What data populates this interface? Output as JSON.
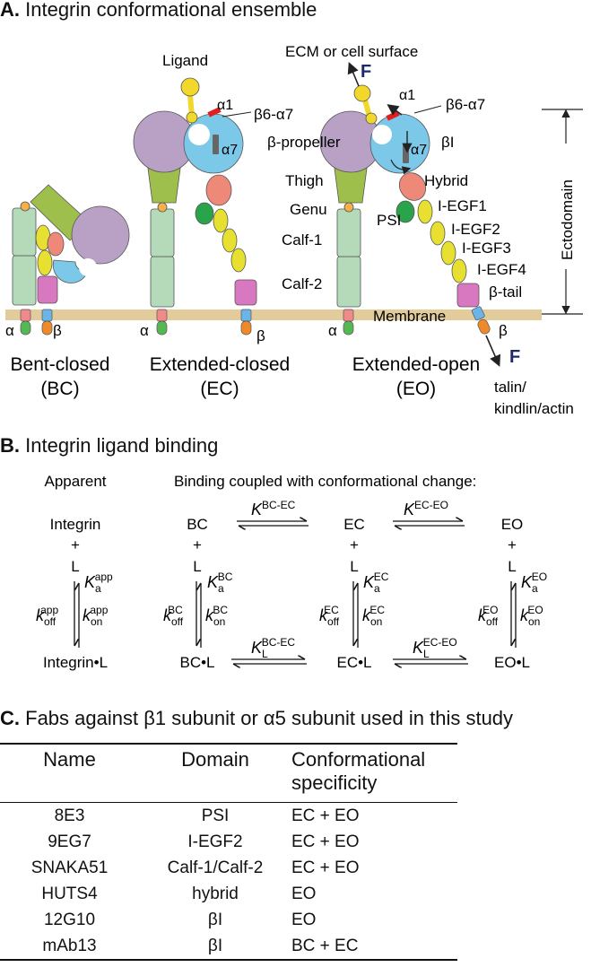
{
  "sections": {
    "a_letter": "A.",
    "a_title": "Integrin conformational ensemble",
    "b_letter": "B.",
    "b_title": "Integrin ligand binding",
    "c_letter": "C.",
    "c_title": "Fabs against β1 subunit or α5 subunit used in this study"
  },
  "panel_a": {
    "labels": {
      "ligand": "Ligand",
      "ecm": "ECM or cell surface",
      "force_top": "F",
      "force_bottom": "F",
      "alpha1_ec": "α1",
      "b6a7_ec": "β6-α7",
      "a7_ec": "α7",
      "alpha1_eo": "α1",
      "b6a7_eo": "β6-α7",
      "a7_eo": "α7",
      "bpropeller": "β-propeller",
      "bI": "βI",
      "thigh": "Thigh",
      "hybrid": "Hybrid",
      "genu": "Genu",
      "iegf1": "I-EGF1",
      "psi": "PSI",
      "iegf2": "I-EGF2",
      "calf1": "Calf-1",
      "iegf3": "I-EGF3",
      "iegf4": "I-EGF4",
      "calf2": "Calf-2",
      "btail": "β-tail",
      "membrane": "Membrane",
      "ectodomain": "Ectodomain",
      "talin": "talin/",
      "kindlin": "kindlin/actin",
      "alpha_bc": "α",
      "beta_bc": "β",
      "alpha_ec": "α",
      "beta_ec": "β",
      "alpha_eo": "α",
      "beta_eo": "β"
    },
    "states": [
      {
        "name": "Bent-closed",
        "abbr": "(BC)"
      },
      {
        "name": "Extended-closed",
        "abbr": "(EC)"
      },
      {
        "name": "Extended-open",
        "abbr": "(EO)"
      }
    ],
    "colors": {
      "alpha_head": "#b9a1c6",
      "thigh": "#9ebf4c",
      "calf": "#b5dab9",
      "beta_I": "#7cc8e8",
      "hybrid": "#ee8878",
      "psi": "#2aa44a",
      "iegf": "#e8e030",
      "btail": "#d878c0",
      "ligand": "#f2d82a",
      "membrane": "#e2cc9c",
      "alpha_tm": "#f08a8a",
      "alpha_cyt": "#55b855",
      "beta_tm": "#6ab4e8",
      "beta_cyt": "#ee8a2a",
      "helix_red": "#e02020",
      "helix_gray": "#666666"
    }
  },
  "panel_b": {
    "apparent": "Apparent",
    "coupled": "Binding coupled with conformational change:",
    "integrin": "Integrin",
    "integrin_l": "Integrin•L",
    "plus": "+",
    "l": "L",
    "states": [
      "BC",
      "EC",
      "EO"
    ],
    "bound": [
      "BC•L",
      "EC•L",
      "EO•L"
    ],
    "k_upper": "K",
    "k_lower": "k",
    "sub_a": "a",
    "sub_l": "L",
    "sub_on": "on",
    "sub_off": "off",
    "sup_app": "app",
    "sup_bc_ec": "BC-EC",
    "sup_ec_eo": "EC-EO"
  },
  "panel_c": {
    "headers": {
      "name": "Name",
      "domain": "Domain",
      "spec1": "Conformational",
      "spec2": "specificity"
    },
    "rows": [
      {
        "name": "8E3",
        "domain": "PSI",
        "spec": "EC + EO"
      },
      {
        "name": "9EG7",
        "domain": "I-EGF2",
        "spec": "EC + EO"
      },
      {
        "name": "SNAKA51",
        "domain": "Calf-1/Calf-2",
        "spec": "EC + EO"
      },
      {
        "name": "HUTS4",
        "domain": "hybrid",
        "spec": "EO"
      },
      {
        "name": "12G10",
        "domain": "βI",
        "spec": "EO"
      },
      {
        "name": "mAb13",
        "domain": "βI",
        "spec": "BC + EC"
      }
    ]
  }
}
